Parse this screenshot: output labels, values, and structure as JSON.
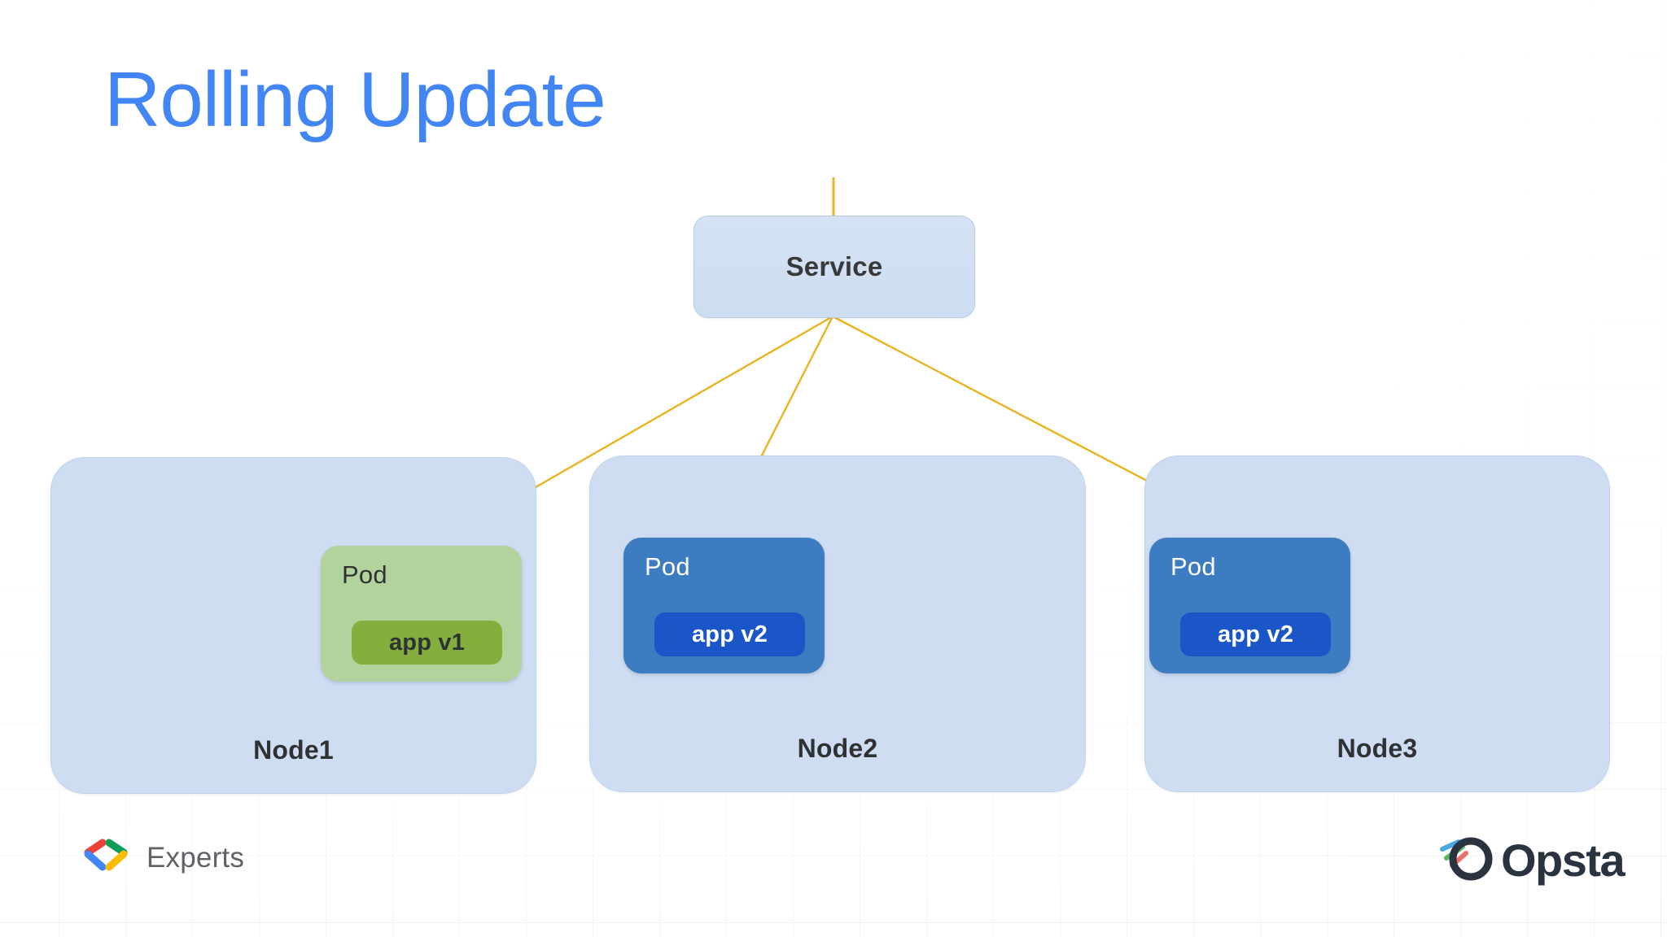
{
  "slide": {
    "title": "Rolling Update",
    "title_color": "#4285f4",
    "background_color": "#ffffff"
  },
  "diagram": {
    "type": "kubernetes-rolling-update-topology",
    "service": {
      "label": "Service",
      "fill": "#cddef1",
      "text_color": "#37393b"
    },
    "connector": {
      "color": "#e9b420",
      "description": "service fans out to one pod on each node"
    },
    "nodes": [
      {
        "label": "Node1",
        "fill": "#cfddf3",
        "pod": {
          "title": "Pod",
          "app_label": "app v1",
          "version": "v1",
          "state": "old",
          "pod_fill": "#b2d49c",
          "badge_fill": "#84af3e",
          "title_color": "#2f3133",
          "badge_text_color": "#2c3331"
        }
      },
      {
        "label": "Node2",
        "fill": "#cfddf3",
        "pod": {
          "title": "Pod",
          "app_label": "app v2",
          "version": "v2",
          "state": "new",
          "pod_fill": "#3d7cc0",
          "badge_fill": "#1a56c8",
          "title_color": "#ffffff",
          "badge_text_color": "#ffffff"
        }
      },
      {
        "label": "Node3",
        "fill": "#cfddf3",
        "pod": {
          "title": "Pod",
          "app_label": "app v2",
          "version": "v2",
          "state": "new",
          "pod_fill": "#3d7cc0",
          "badge_fill": "#1a56c8",
          "title_color": "#ffffff",
          "badge_text_color": "#ffffff"
        }
      }
    ]
  },
  "footer": {
    "gde": {
      "text": "Experts",
      "icon": "google-developer-experts-logo",
      "text_color": "#5f6368",
      "colors": [
        "#ea4335",
        "#4285f4",
        "#0f9d58",
        "#fbbc04"
      ]
    },
    "opsta": {
      "text": "Opsta",
      "icon": "opsta-logo",
      "text_color": "#2a3340",
      "colors": [
        "#4aa8e0",
        "#5cb85c",
        "#e8736a"
      ]
    }
  }
}
